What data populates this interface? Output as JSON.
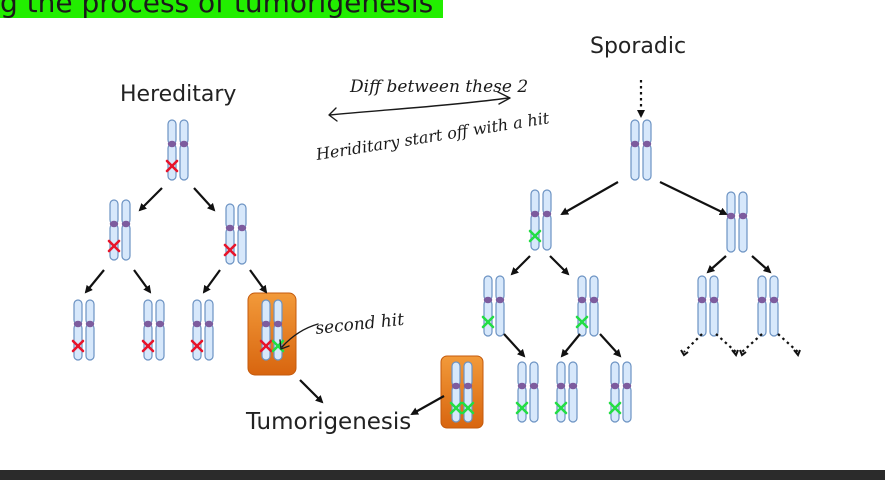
{
  "slide": {
    "title_fragment": "g the process of tumorigenesis",
    "labels": {
      "hereditary": "Hereditary",
      "sporadic": "Sporadic",
      "tumorigenesis": "Tumorigenesis"
    }
  },
  "annotations": {
    "note_1": "Diff between these 2",
    "note_2": "Heriditary start off with a hit",
    "note_3": "second hit"
  },
  "colors": {
    "title_highlight": "#22ee00",
    "chromosome_fill": "#d7e8fb",
    "chromosome_outline": "#6c93c3",
    "centromere": "#7d5c9e",
    "inherited_mutation": "#e8142a",
    "somatic_mutation": "#22dd44",
    "tumor_box": "#e87a20"
  },
  "icons": {
    "chromosome": "chromosome-pair-icon",
    "mutation_red": "red-x-mark-icon",
    "mutation_green": "green-x-mark-icon"
  }
}
